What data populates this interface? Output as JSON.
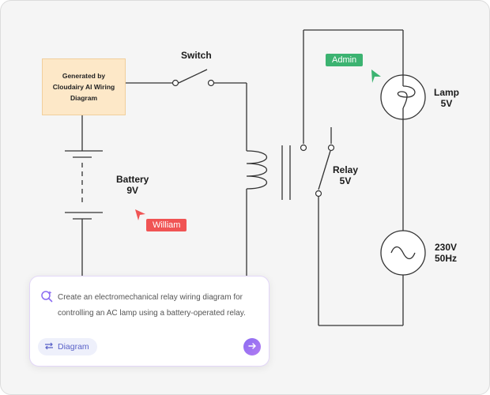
{
  "note": {
    "line1": "Generated by",
    "line2": "Cloudairy AI Wiring",
    "line3": "Diagram"
  },
  "labels": {
    "switch": "Switch",
    "battery_name": "Battery",
    "battery_value": "9V",
    "relay_name": "Relay",
    "relay_value": "5V",
    "lamp_name": "Lamp",
    "lamp_value": "5V",
    "source_voltage": "230V",
    "source_freq": "50Hz"
  },
  "collaborators": [
    {
      "name": "Admin",
      "color": "#3cb371"
    },
    {
      "name": "William",
      "color": "#f05454"
    }
  ],
  "prompt": {
    "text": "Create an electromechanical relay wiring diagram for controlling an AC lamp using a battery-operated relay.",
    "mode_label": "Diagram"
  },
  "colors": {
    "wire": "#333333",
    "accent": "#8b6cf2"
  }
}
